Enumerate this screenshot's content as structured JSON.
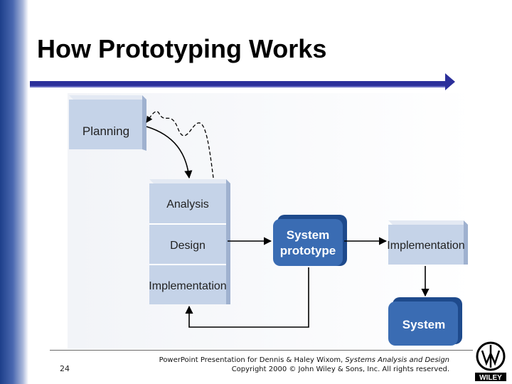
{
  "slide": {
    "title": "How Prototyping Works",
    "page_number": "24"
  },
  "diagram": {
    "boxes": {
      "planning": "Planning",
      "analysis": "Analysis",
      "design": "Design",
      "implementation_left": "Implementation",
      "prototype_line1": "System",
      "prototype_line2": "prototype",
      "implementation_right": "Implementation",
      "system": "System"
    }
  },
  "footer": {
    "line1_prefix": "PowerPoint Presentation for Dennis & Haley Wixom, ",
    "line1_book": "Systems Analysis and Design",
    "line2": "Copyright 2000 © John Wiley & Sons, Inc.  All rights reserved."
  },
  "logo": {
    "text": "WILEY"
  },
  "colors": {
    "light_box": "#c5d3e8",
    "dark_box": "#3a6cb3",
    "title_rule": "#2b2f9a"
  }
}
